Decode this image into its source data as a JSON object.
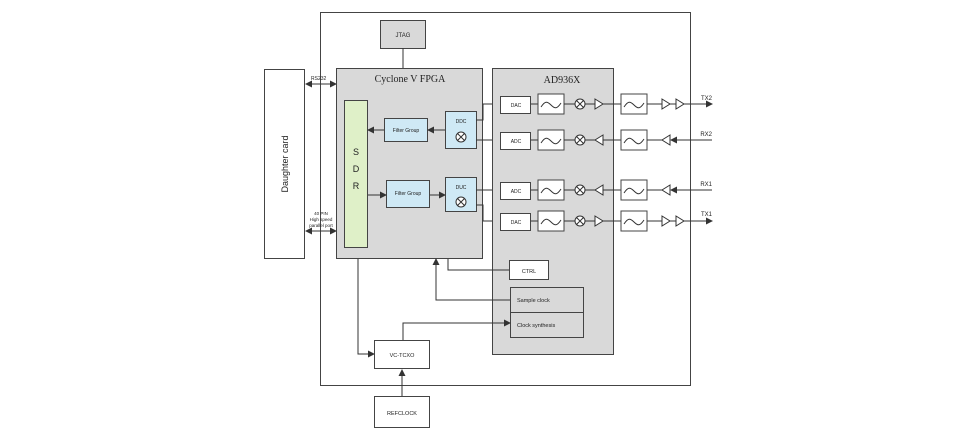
{
  "labels": {
    "jtag": "JTAG",
    "rs232": "RS232",
    "daughter": "Daughter card",
    "fpga": "Cyclone V FPGA",
    "ad936x": "AD936X",
    "sdr_s": "S",
    "sdr_d": "D",
    "sdr_r": "R",
    "filter_group_1": "Filter Group",
    "filter_group_2": "Filter Group",
    "ddc": "DDC",
    "duc": "DUC",
    "dac_1": "DAC",
    "adc_1": "ADC",
    "adc_2": "ADC",
    "dac_2": "DAC",
    "tx2": "TX2",
    "rx2": "RX2",
    "rx1": "RX1",
    "tx1": "TX1",
    "port_line1": "40 PIN",
    "port_line2": "High speed",
    "port_line3": "parallel port",
    "ctrl": "CTRL",
    "sample_clock": "Sample clock",
    "clock_synthesis": "Clock synthesis",
    "vctcxo": "VC-TCXO",
    "refclock": "REFCLOCK"
  },
  "icons": [
    "lowpass-filter-icon",
    "mixer-icon",
    "amplifier-icon",
    "antenna-port-icon"
  ],
  "colors": {
    "block_fill": "#d9d9d9",
    "dsp_fill": "#cfe9f5",
    "sdr_fill": "#dff0c8",
    "stroke": "#444444"
  }
}
